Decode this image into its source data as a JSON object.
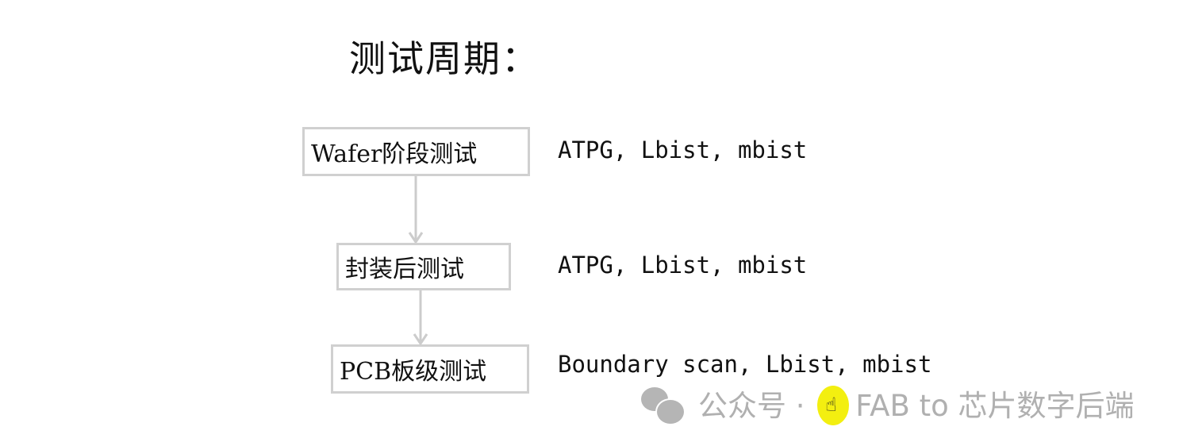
{
  "title": "测试周期：",
  "stages": [
    {
      "label": "Wafer阶段测试",
      "methods": "ATPG, Lbist, mbist"
    },
    {
      "label": "封装后测试",
      "methods": "ATPG, Lbist, mbist"
    },
    {
      "label": "PCB板级测试",
      "methods": "Boundary scan, Lbist, mbist"
    }
  ],
  "watermark": {
    "prefix": "公众号 · ",
    "name": "FAB to 芯片数字后端",
    "icon": "wechat-icon"
  },
  "colors": {
    "box_border": "#d0d0d0",
    "arrow": "#cccccc",
    "watermark": "#b0b0b0",
    "cursor_highlight": "#f3ef10"
  }
}
